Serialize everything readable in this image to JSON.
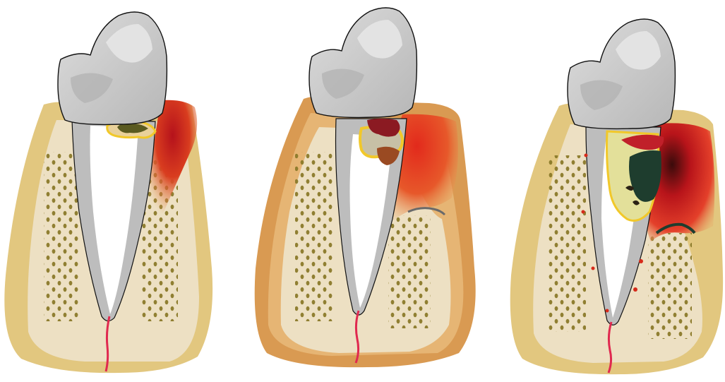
{
  "figure": {
    "panels": [
      {
        "stage": "healthy-early",
        "icons": [
          "tooth-crown",
          "root",
          "bone-socket",
          "gum-inflammation"
        ]
      },
      {
        "stage": "moderate",
        "icons": [
          "tooth-crown",
          "root",
          "bone-socket",
          "gum-inflammation",
          "tartar"
        ]
      },
      {
        "stage": "advanced",
        "icons": [
          "tooth-crown",
          "root",
          "bone-socket",
          "gum-inflammation",
          "tartar",
          "bone-loss"
        ]
      }
    ],
    "colors": {
      "bone_outer": "#e2c77f",
      "bone_inner": "#ede0c3",
      "bone_dots": "#8b7a2a",
      "tooth_crown": "#c9c9c9",
      "tooth_highlight": "#e6e6e6",
      "root": "#bdbdbd",
      "nerve": "#e0294f",
      "inflammation": "#d62a1a",
      "tartar_yellow": "#f1c82a",
      "tartar_dark": "#1e3d2e"
    }
  }
}
